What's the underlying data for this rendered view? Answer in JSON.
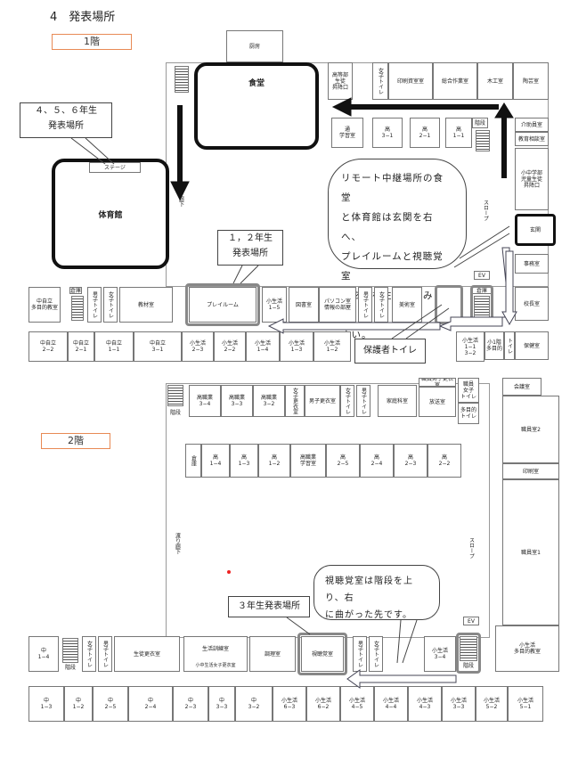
{
  "heading": "4　発表場所",
  "floor1": {
    "label": "1階",
    "cafeteria": "食堂",
    "gym": "体育館",
    "stage": "ステージ",
    "playroom": "プレイルーム",
    "entrance": "玄関",
    "callout_gym": "４、５、６年生\n発表場所",
    "callout_playroom": "１，２年生\n発表場所",
    "callout_toilet": "保護者トイレ",
    "bubble": "リモート中継場所の食堂\nと体育館は玄関を右へ、\nプレイルームと視聴覚室\nは玄関を左へお進みくだ\nさい。",
    "rooms_top": [
      "厨房",
      "高等部\n生徒\n昇降口",
      "女子トイレ",
      "印刷資室室",
      "総合作業室",
      "木工室",
      "陶芸室"
    ],
    "rooms_mid": [
      "通\n学習室",
      "高\n3−1",
      "高\n2−1",
      "高\n1−1",
      "階段"
    ],
    "rooms_right": [
      "介助員室",
      "教育相談室",
      "小中学部\n児童生徒\n昇降口",
      "事務室",
      "校長室",
      "保健室",
      "スロープ",
      "EV",
      "トイレ",
      "小1階\n多目的"
    ],
    "rooms_row": [
      "中自立\n多目的教室",
      "倉庫",
      "男子トイレ",
      "女子トイレ",
      "教材室",
      "図書室",
      "パソコン室\n情報の部屋",
      "小生活\n1−5",
      "男子トイレ",
      "女子トイレ",
      "美術室",
      "倉庫"
    ],
    "rooms_bottom": [
      "中自立\n2−2",
      "中自立\n2−1",
      "中自立\n1−1",
      "中自立\n3−1",
      "小生活\n2−3",
      "小生活\n2−2",
      "小生活\n1−4",
      "小生活\n1−3",
      "小生活\n1−2",
      "小生活\n1−1\n3−2"
    ],
    "corridor": "渡り廊下",
    "side": "渡り廊下"
  },
  "floor2": {
    "label": "2階",
    "av_room": "視聴覚室",
    "callout_av": "３年生発表場所",
    "bubble": "視聴覚室は階段を上り、右\nに曲がった先です。",
    "rooms_top": [
      "階段",
      "高職業\n3−4",
      "高職業\n3−3",
      "高職業\n3−2",
      "女子更衣室",
      "男子更衣室",
      "女子トイレ",
      "男子トイレ",
      "家庭科室",
      "職員男子更衣室",
      "放送室",
      "職員\n女子\nトイレ",
      "多目的\nトイレ",
      "会議室",
      "職員室2",
      "印刷室",
      "職員室1"
    ],
    "rooms_mid": [
      "倉庫",
      "高\n1−4",
      "高\n1−3",
      "高\n1−2",
      "高職業\n学習室",
      "高\n2−5",
      "高\n2−4",
      "高\n2−3",
      "高\n2−2"
    ],
    "rooms_row": [
      "中\n1−4",
      "階段",
      "女子トイレ",
      "男子トイレ",
      "生徒更衣室",
      "生活訓練室",
      "小中生活女子更衣室",
      "調理室",
      "視聴覚室",
      "男子トイレ",
      "女子トイレ",
      "小生活\n3−4",
      "階段",
      "小生活\n多目的教室"
    ],
    "rooms_bottom": [
      "中\n1−3",
      "中\n1−2",
      "中\n2−5",
      "中\n2−4",
      "中\n2−3",
      "中\n3−3",
      "中\n3−2",
      "小生活\n6−3",
      "小生活\n6−2",
      "小生活\n4−5",
      "小生活\n4−4",
      "小生活\n4−3",
      "小生活\n3−3",
      "小生活\n5−2",
      "小生活\n5−1"
    ],
    "corridor": "渡り廊下",
    "slope": "スロープ",
    "ev": "EV"
  }
}
